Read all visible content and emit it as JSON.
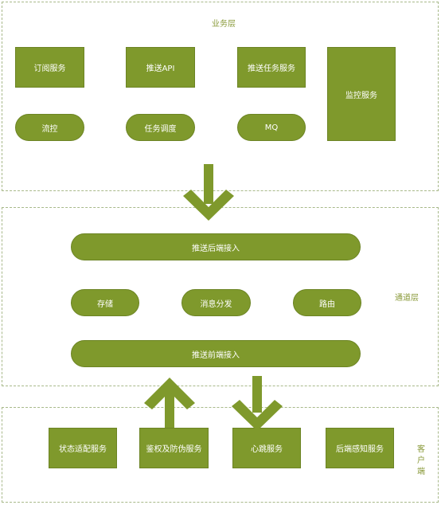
{
  "colors": {
    "fill": "#7f992c",
    "stroke": "#6c8424",
    "text": "#ffffff",
    "border": "#a8b98a",
    "label": "#8a9a3a"
  },
  "business_layer": {
    "title": "业务层",
    "nodes": {
      "subscribe": "订阅服务",
      "push_api": "推送API",
      "push_task": "推送任务服务",
      "monitor": "监控服务",
      "flow_control": "流控",
      "task_schedule": "任务调度",
      "mq": "MQ"
    }
  },
  "channel_layer": {
    "title": "通道层",
    "nodes": {
      "backend_access": "推送后端接入",
      "storage": "存储",
      "dispatch": "消息分发",
      "routing": "路由",
      "frontend_access": "推送前端接入"
    }
  },
  "client_layer": {
    "title": "客户端",
    "nodes": {
      "state_adapt": "状态适配服务",
      "auth": "鉴权及防伪服务",
      "heartbeat": "心跳服务",
      "backend_aware": "后端感知服务"
    }
  }
}
